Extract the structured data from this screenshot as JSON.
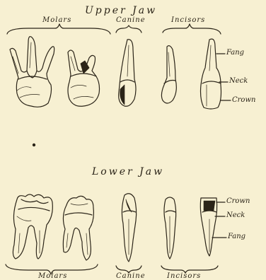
{
  "upper": {
    "title": "Upper Jaw",
    "groups": {
      "molars": "Molars",
      "canine": "Canine",
      "incisors": "Incisors"
    },
    "parts": {
      "fang": "Fang",
      "neck": "Neck",
      "crown": "Crown"
    }
  },
  "lower": {
    "title": "Lower Jaw",
    "groups": {
      "molars": "Molars",
      "canine": "Canine",
      "incisors": "Incisors"
    },
    "parts": {
      "crown": "Crown",
      "neck": "Neck",
      "fang": "Fang"
    }
  },
  "colors": {
    "paper": "#f7f0d2",
    "ink": "#2b2418"
  }
}
